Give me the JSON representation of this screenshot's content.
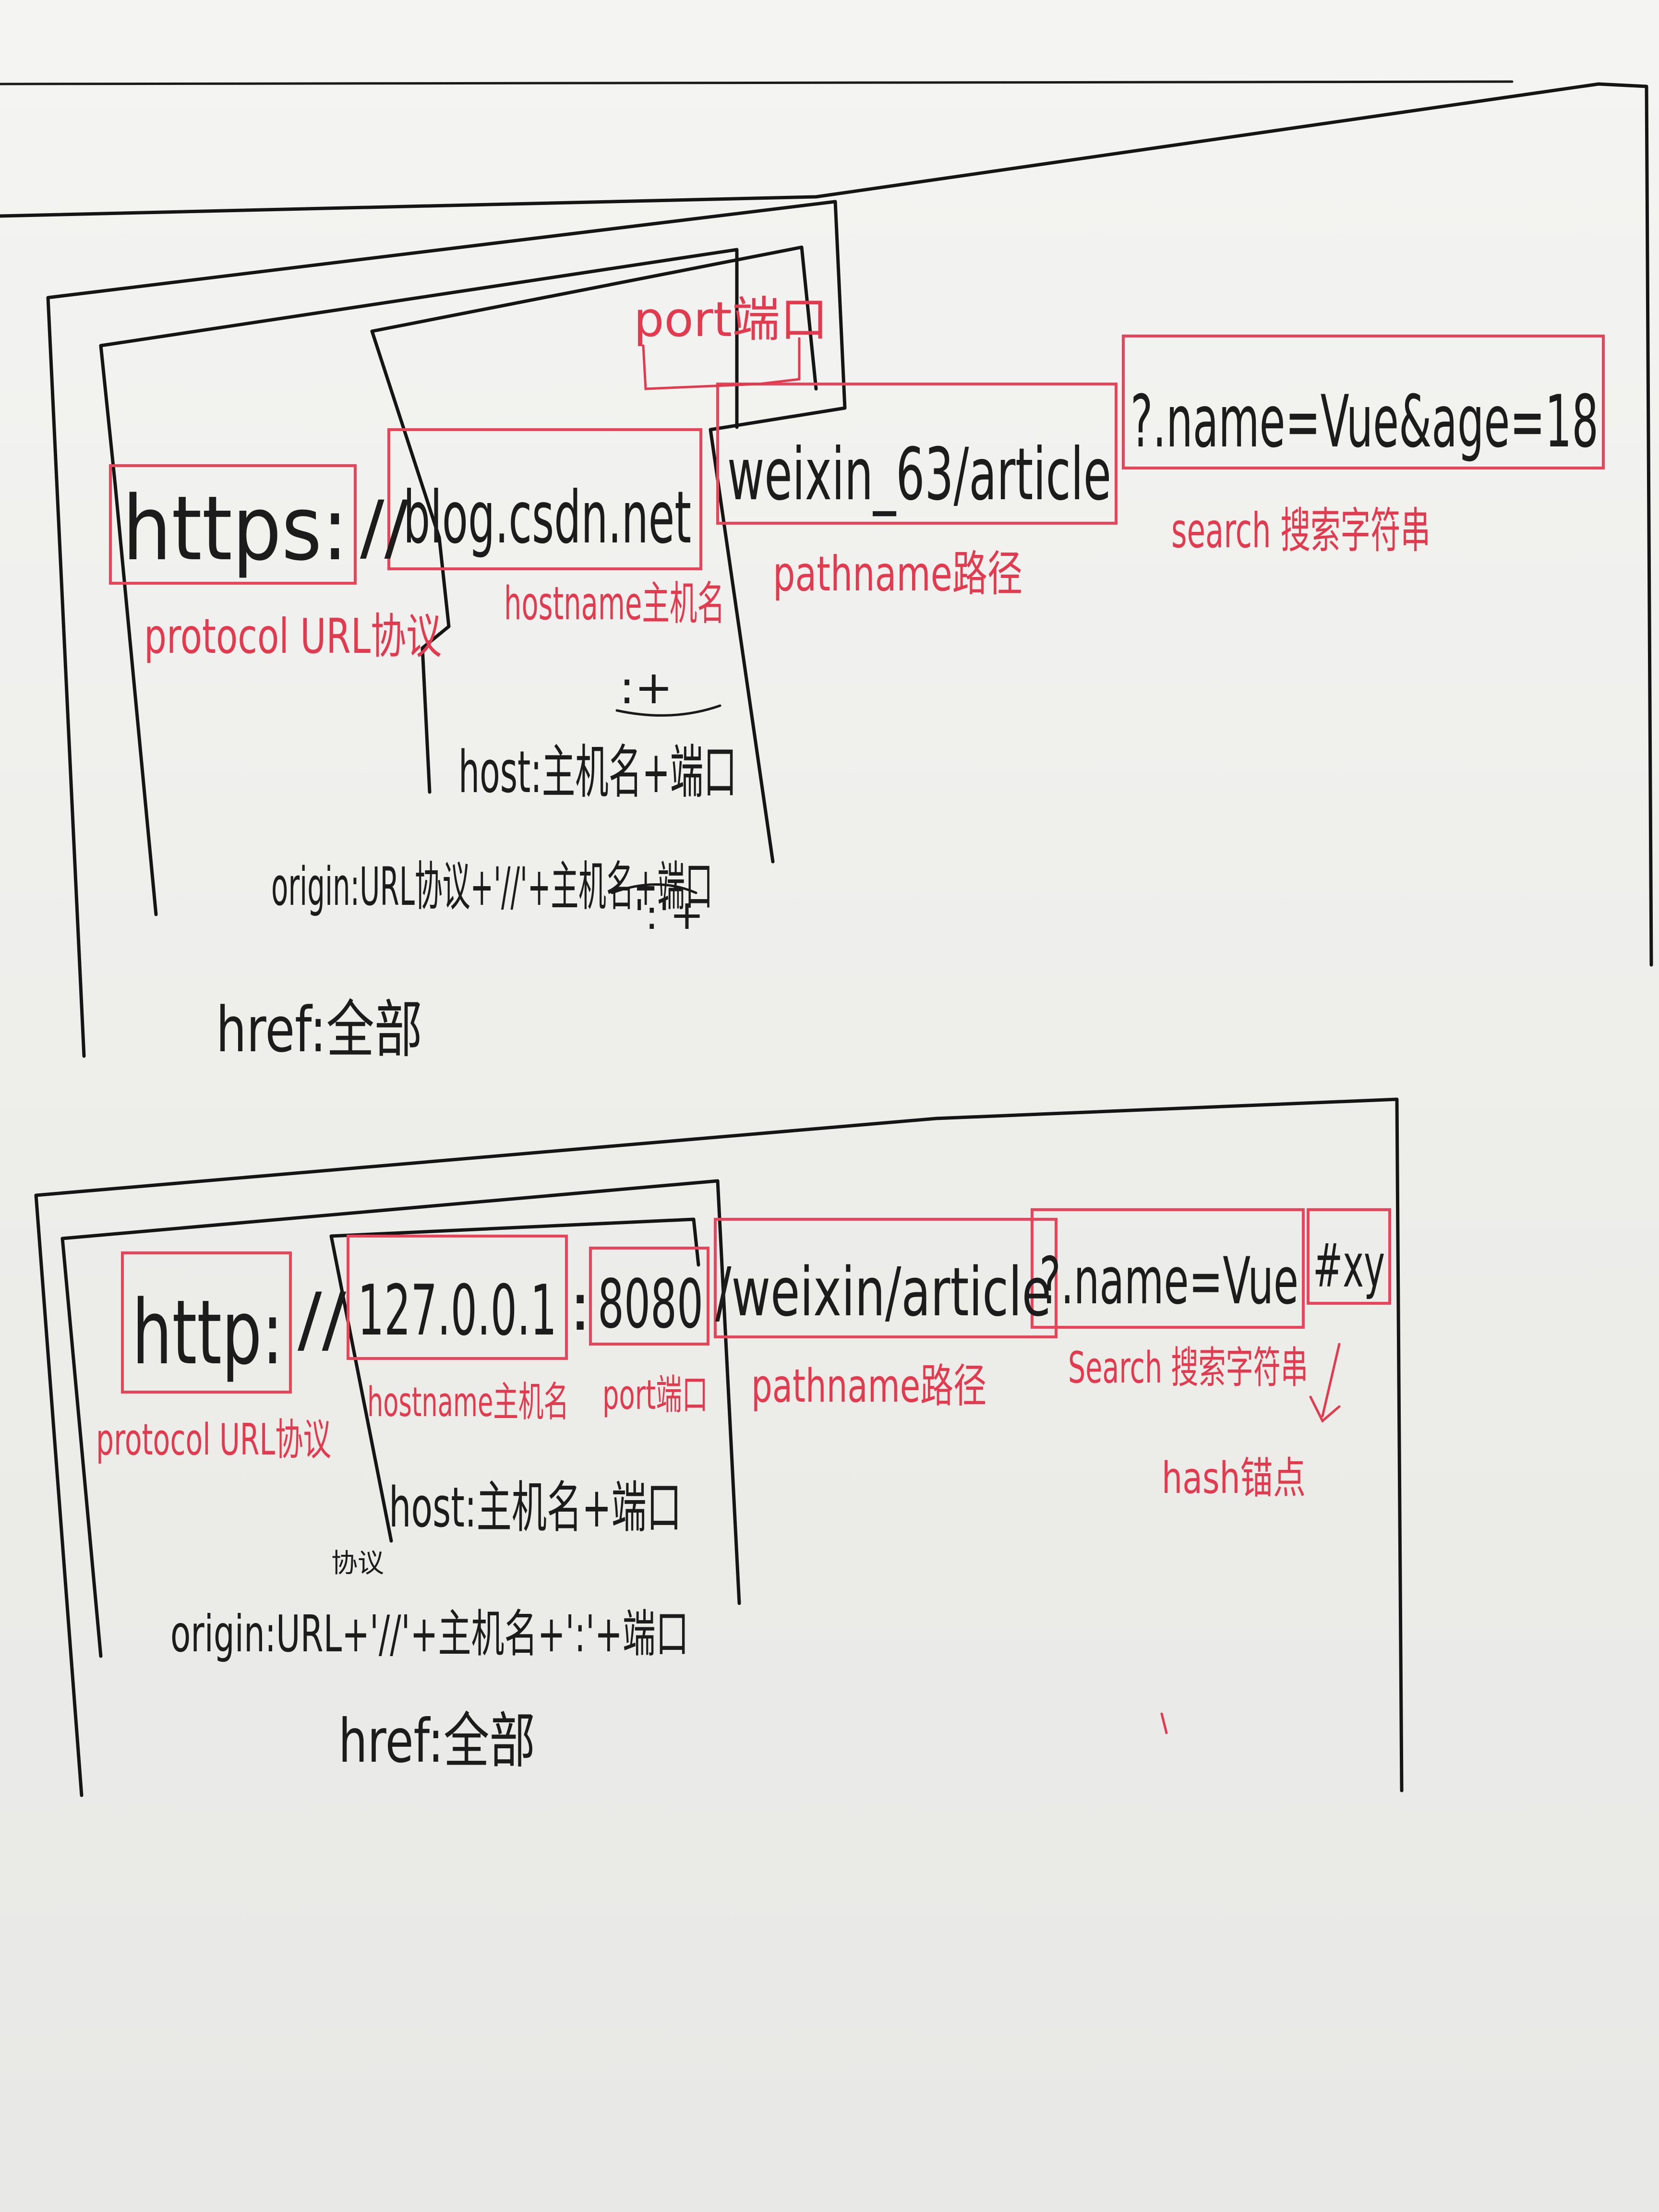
{
  "diagram1": {
    "protocol_text": "https:",
    "sep_text": "//",
    "hostname_text": "blog.csdn.net",
    "pathname_text": "weixin_63/article",
    "search_text": "?.name=Vue&age=18",
    "port_label": "port端口",
    "protocol_label": "protocol URL协议",
    "hostname_label": "hostname主机名",
    "pathname_label": "pathname路径",
    "search_label": "search 搜索字符串",
    "host_note": "host:主机名+端口",
    "colon_plus_note": ":+",
    "origin_note": "origin:URL协议+'//'+主机名+端口",
    "colon_plus_note2": "':'+",
    "href_note": "href:全部"
  },
  "diagram2": {
    "protocol_text": "http:",
    "sep_text": "//",
    "hostname_text": "127.0.0.1",
    "colon_text": ":",
    "port_text": "8080",
    "pathname_text": "/weixin/article",
    "search_text": "?.name=Vue",
    "hash_text": "#xy",
    "protocol_label": "protocol URL协议",
    "hostname_label": "hostname主机名",
    "port_label": "port端口",
    "pathname_label": "pathname路径",
    "search_label": "Search 搜索字符串",
    "hash_label": "hash锚点",
    "host_note": "host:主机名+端口",
    "protocol_small": "协议",
    "origin_note": "origin:URL+'//'+主机名+':'+端口",
    "href_note": "href:全部"
  }
}
